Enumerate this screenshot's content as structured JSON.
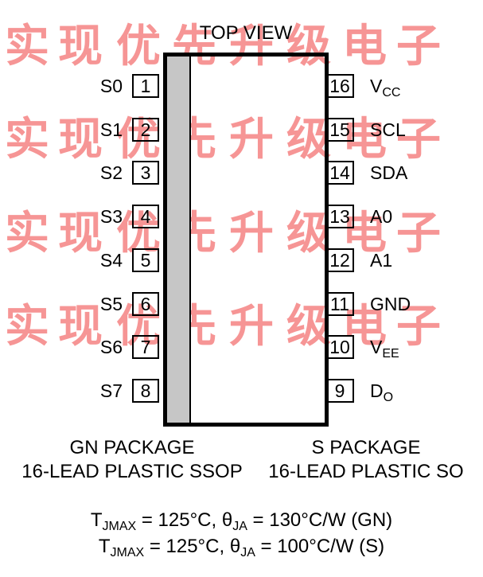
{
  "title": "TOP VIEW",
  "watermark_chars": [
    "实",
    "现",
    "优",
    "先",
    "升",
    "级",
    "电",
    "子"
  ],
  "left_pins": [
    {
      "num": "1",
      "label": "S0"
    },
    {
      "num": "2",
      "label": "S1"
    },
    {
      "num": "3",
      "label": "S2"
    },
    {
      "num": "4",
      "label": "S3"
    },
    {
      "num": "5",
      "label": "S4"
    },
    {
      "num": "6",
      "label": "S5"
    },
    {
      "num": "7",
      "label": "S6"
    },
    {
      "num": "8",
      "label": "S7"
    }
  ],
  "right_pins": [
    {
      "num": "16",
      "main": "V",
      "sub": "CC"
    },
    {
      "num": "15",
      "main": "SCL",
      "sub": ""
    },
    {
      "num": "14",
      "main": "SDA",
      "sub": ""
    },
    {
      "num": "13",
      "main": "A0",
      "sub": ""
    },
    {
      "num": "12",
      "main": "A1",
      "sub": ""
    },
    {
      "num": "11",
      "main": "GND",
      "sub": ""
    },
    {
      "num": "10",
      "main": "V",
      "sub": "EE"
    },
    {
      "num": "9",
      "main": "D",
      "sub": "O"
    }
  ],
  "packages": {
    "gn": {
      "name": "GN PACKAGE",
      "desc": "16-LEAD PLASTIC SSOP"
    },
    "s": {
      "name": "S PACKAGE",
      "desc": "16-LEAD PLASTIC SO"
    }
  },
  "thermal": [
    {
      "t": "T",
      "tsub": "JMAX",
      "tval": " = 125°C, ",
      "theta": "θ",
      "thsub": "JA",
      "thval": " = 130°C/W (GN)"
    },
    {
      "t": "T",
      "tsub": "JMAX",
      "tval": " = 125°C, ",
      "theta": "θ",
      "thsub": "JA",
      "thval": " = 100°C/W (S)"
    }
  ]
}
